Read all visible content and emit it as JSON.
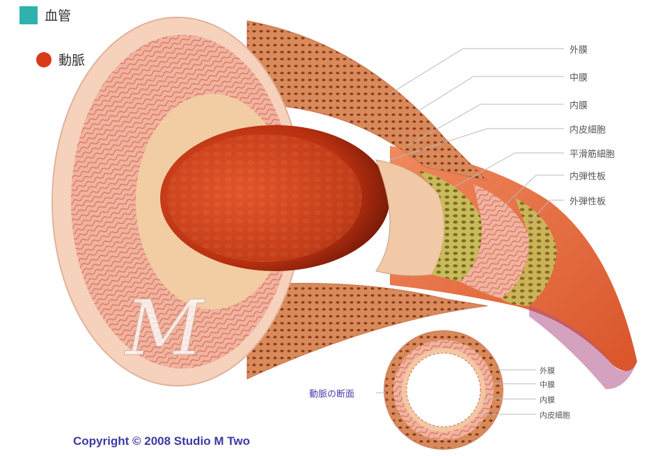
{
  "legend": {
    "vessel_label": "血管",
    "artery_label": "動脈",
    "vessel_color": "#2fb2ad",
    "artery_color": "#d93a1a"
  },
  "main_labels": [
    "外膜",
    "中膜",
    "内膜",
    "内皮細胞",
    "平滑筋細胞",
    "内弾性板",
    "外弾性板"
  ],
  "cross_section": {
    "caption": "動脈の断面",
    "labels": [
      "外膜",
      "中膜",
      "内膜",
      "内皮細胞"
    ]
  },
  "watermark": "M",
  "copyright": "Copyright © 2008  Studio M Two",
  "colors": {
    "adventitia": "#f3c2a8",
    "media": "#e98b6a",
    "intima": "#f5d2a0",
    "lumen": "#d2421a",
    "smooth_muscle": "#b9b04a"
  }
}
